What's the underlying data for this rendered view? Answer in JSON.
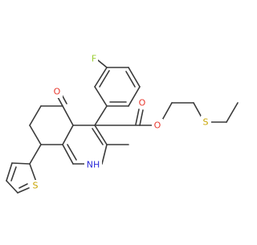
{
  "molecule": {
    "atoms": {
      "fluorine": "F",
      "ketone_oxygen": "O",
      "ester_carbonyl_oxygen": "O",
      "ester_ether_oxygen": "O",
      "amine": "NH",
      "thioether_sulfur": "S",
      "thiophene_sulfur": "S"
    }
  },
  "colors": {
    "bond": "#3a3a3a",
    "fluorine": "#9acd32",
    "oxygen": "#e8392f",
    "nitrogen": "#2b2bd9",
    "sulfur": "#c8a400"
  }
}
